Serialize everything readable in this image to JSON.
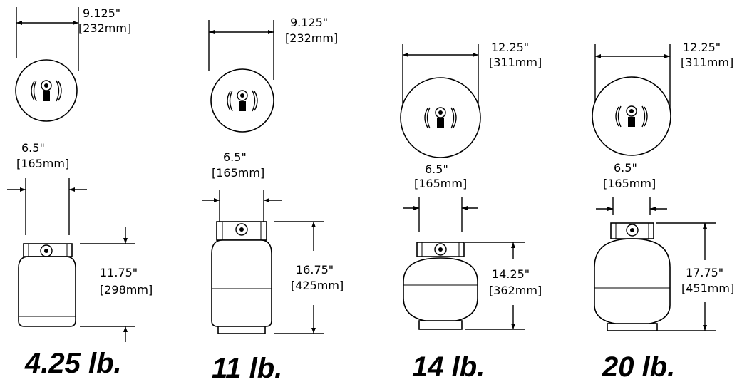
{
  "tanks": [
    {
      "id": "4-25lb",
      "weight_label": "4.25 lb.",
      "diameter_in": "9.125\"",
      "diameter_mm": "[232mm]",
      "collar_in": "6.5\"",
      "collar_mm": "[165mm]",
      "height_in": "11.75\"",
      "height_mm": "[298mm]"
    },
    {
      "id": "11lb",
      "weight_label": "11 lb.",
      "diameter_in": "9.125\"",
      "diameter_mm": "[232mm]",
      "collar_in": "6.5\"",
      "collar_mm": "[165mm]",
      "height_in": "16.75\"",
      "height_mm": "[425mm]"
    },
    {
      "id": "14lb",
      "weight_label": "14 lb.",
      "diameter_in": "12.25\"",
      "diameter_mm": "[311mm]",
      "collar_in": "6.5\"",
      "collar_mm": "[165mm]",
      "height_in": "14.25\"",
      "height_mm": "[362mm]"
    },
    {
      "id": "20lb",
      "weight_label": "20 lb.",
      "diameter_in": "12.25\"",
      "diameter_mm": "[311mm]",
      "collar_in": "6.5\"",
      "collar_mm": "[165mm]",
      "height_in": "17.75\"",
      "height_mm": "[451mm]"
    }
  ]
}
